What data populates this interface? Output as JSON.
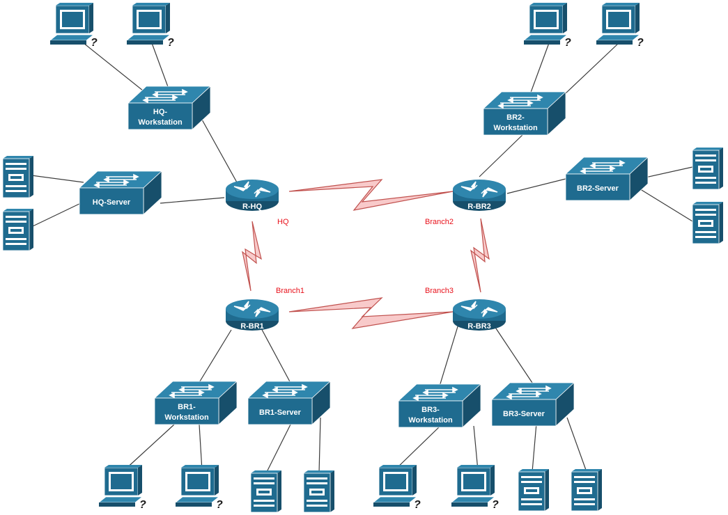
{
  "colors": {
    "device_fill": "#1f6b8f",
    "device_dark": "#174f6b",
    "device_top": "#2f86ad",
    "link": "#3a3a3a",
    "serial_fill": "#f8caca",
    "serial_stroke": "#c0504d",
    "site_label": "#e8101a"
  },
  "routers": {
    "hq": "R-HQ",
    "br1": "R-BR1",
    "br2": "R-BR2",
    "br3": "R-BR3"
  },
  "sites": {
    "hq": "HQ",
    "branch1": "Branch1",
    "branch2": "Branch2",
    "branch3": "Branch3"
  },
  "switches": {
    "hq_ws": [
      "HQ-",
      "Workstation"
    ],
    "hq_srv": [
      "HQ-Server"
    ],
    "br2_ws": [
      "BR2-",
      "Workstation"
    ],
    "br2_srv": [
      "BR2-Server"
    ],
    "br1_ws": [
      "BR1-",
      "Workstation"
    ],
    "br1_srv": [
      "BR1-Server"
    ],
    "br3_ws": [
      "BR3-",
      "Workstation"
    ],
    "br3_srv": [
      "BR3-Server"
    ]
  },
  "icons": {
    "router": "router-icon",
    "switch": "switch-icon",
    "workstation": "workstation-icon",
    "server": "server-icon",
    "serial": "serial-link-icon"
  }
}
